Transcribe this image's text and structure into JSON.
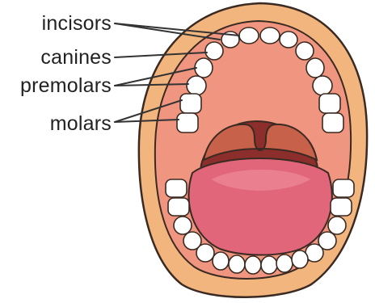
{
  "labels": {
    "incisors": "incisors",
    "canines": "canines",
    "premolars": "premolars",
    "molars": "molars"
  },
  "colors": {
    "lips": "#f2b57d",
    "lips_outline": "#3a2a22",
    "mouth_interior": "#f0957f",
    "throat": "#8b2e2c",
    "palate": "#c8614a",
    "tongue": "#e2667a",
    "tongue_highlight": "#ee8a9a",
    "teeth": "#ffffff",
    "leader_lines": "#333333"
  }
}
